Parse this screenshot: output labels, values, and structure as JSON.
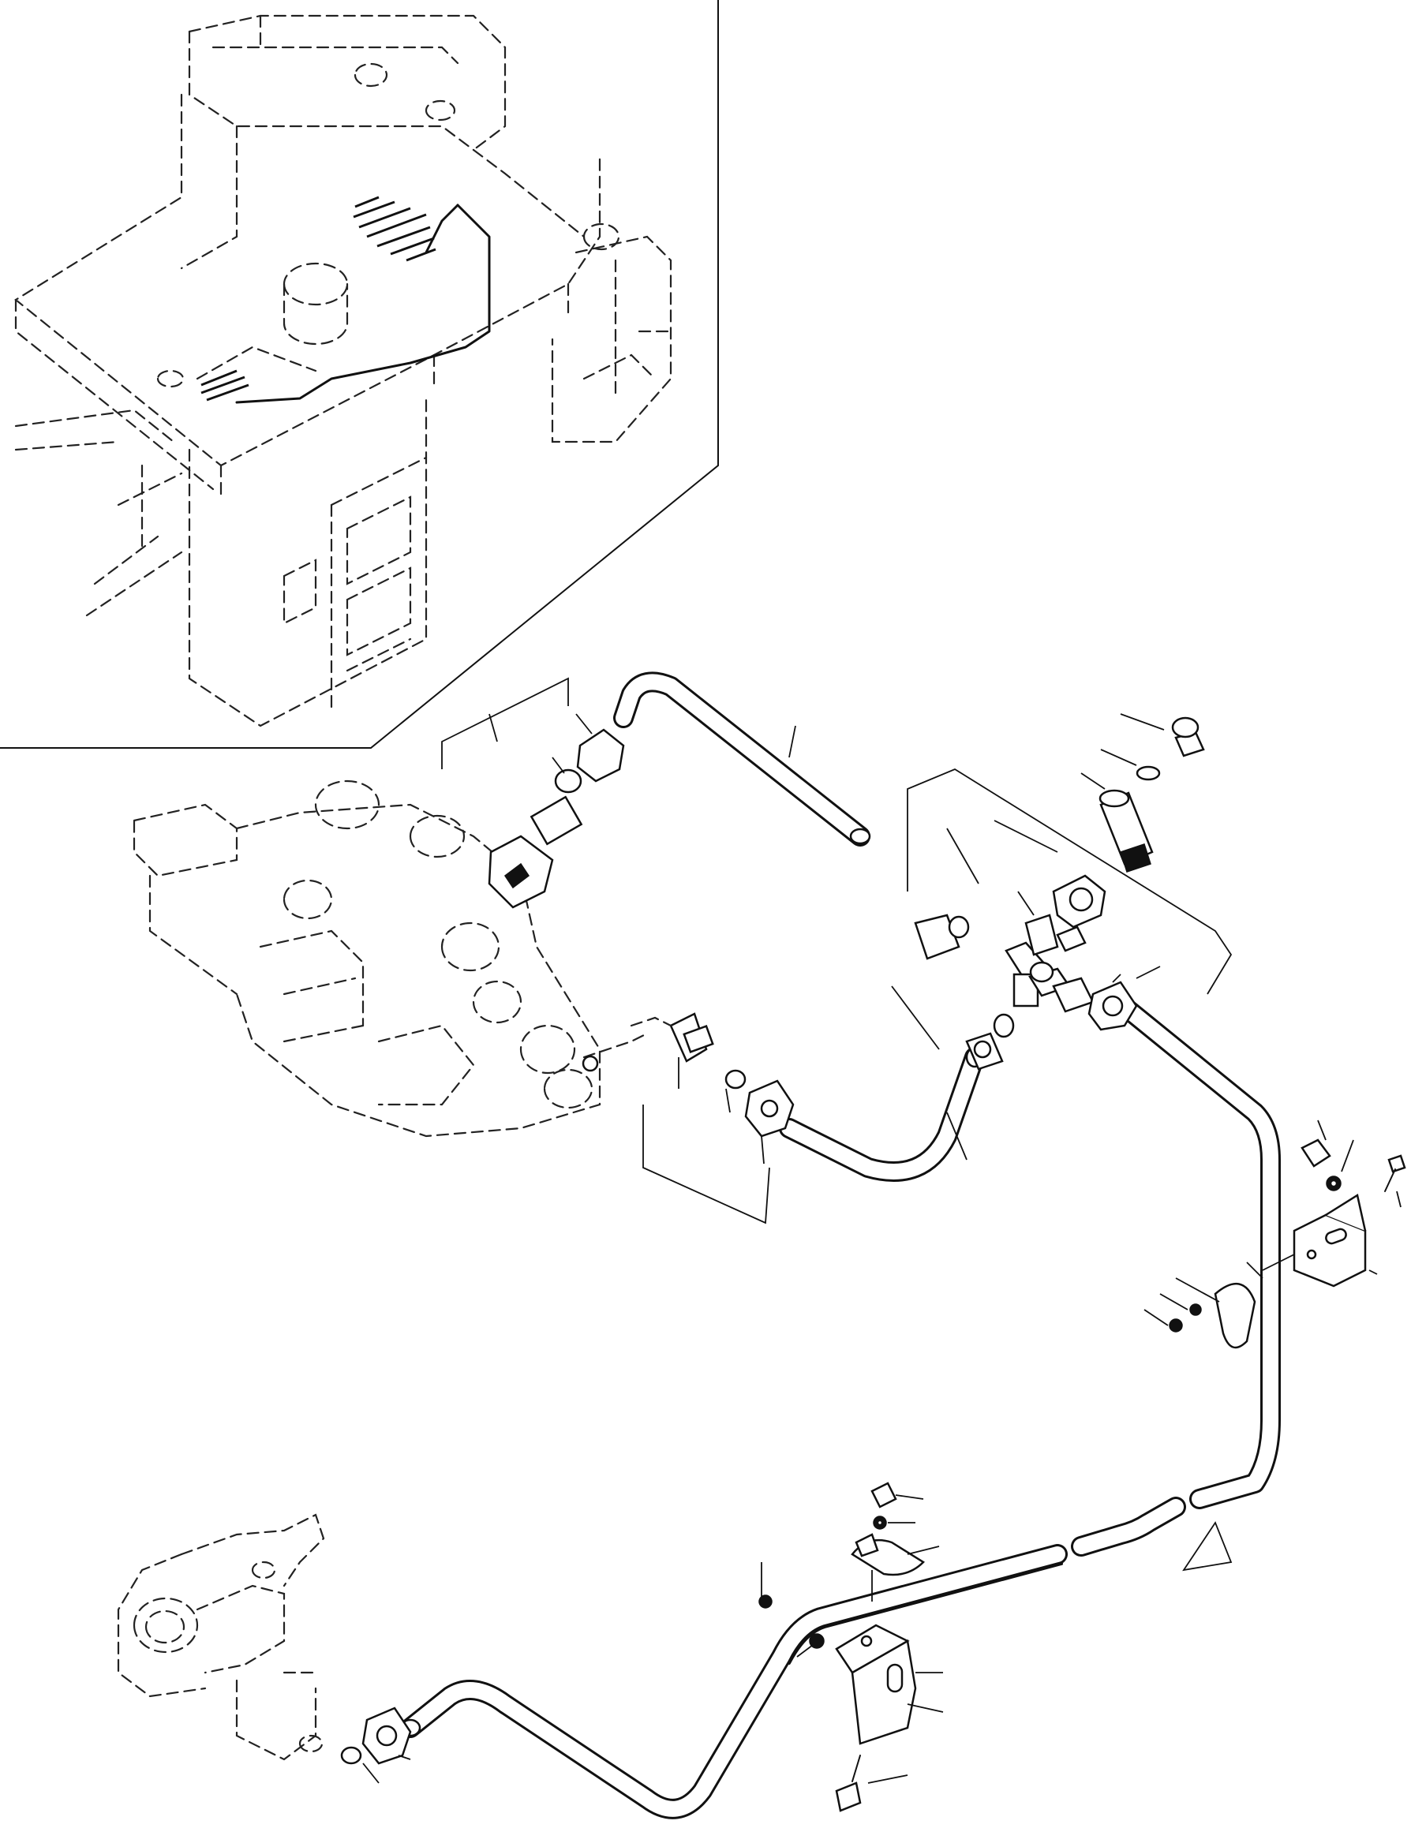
{
  "diagram": {
    "labels": [],
    "components": [
      {
        "id": "machine-frame-inset",
        "icon": "machine-frame-icon"
      },
      {
        "id": "control-valve",
        "icon": "valve-block-icon"
      },
      {
        "id": "cross-fitting",
        "icon": "cross-fitting-icon"
      },
      {
        "id": "brake-valve",
        "icon": "valve-icon"
      },
      {
        "id": "hydraulic-tube-upper",
        "icon": "tube-icon"
      },
      {
        "id": "hydraulic-tube-lower",
        "icon": "tube-icon"
      },
      {
        "id": "hydraulic-tube-long",
        "icon": "tube-icon"
      },
      {
        "id": "mounting-bracket-upper",
        "icon": "bracket-icon"
      },
      {
        "id": "mounting-bracket-lower",
        "icon": "bracket-icon"
      },
      {
        "id": "tube-clamp-upper",
        "icon": "clamp-icon"
      },
      {
        "id": "tube-clamp-lower",
        "icon": "clamp-icon"
      },
      {
        "id": "adapter-fitting",
        "icon": "adapter-icon"
      },
      {
        "id": "plug-bolt",
        "icon": "bolt-icon"
      }
    ]
  }
}
